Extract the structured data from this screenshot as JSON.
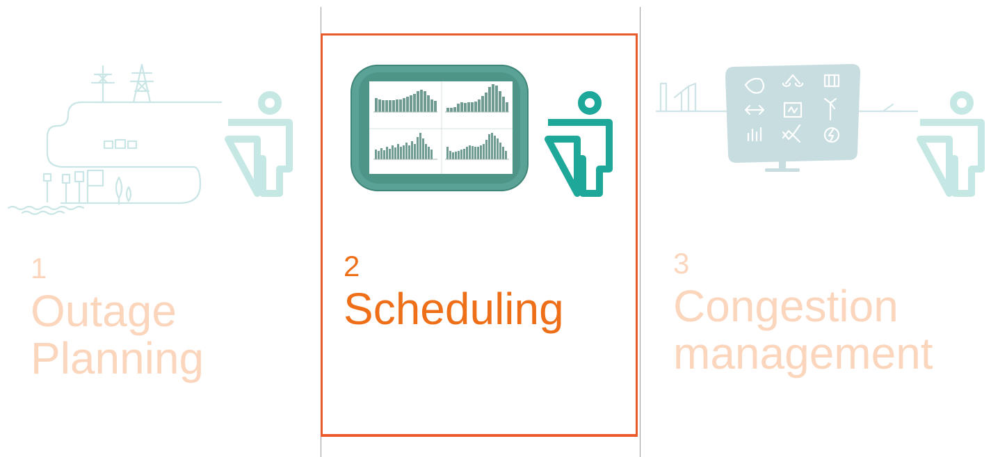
{
  "stages": [
    {
      "number": "1",
      "name_line1": "Outage",
      "name_line2": "Planning",
      "state": "inactive"
    },
    {
      "number": "2",
      "name_line1": "Scheduling",
      "name_line2": "",
      "state": "active"
    },
    {
      "number": "3",
      "name_line1": "Congestion",
      "name_line2": "management",
      "state": "inactive"
    }
  ],
  "colors": {
    "active_text": "#ee6f17",
    "faded_text": "#fbd6bd",
    "frame": "#ea5a2a",
    "teal": "#1ea89a",
    "faded_teal": "#c6e8e4",
    "divider": "#9a9a9a"
  },
  "icons": {
    "stage1": "grid-landscape-icon",
    "stage2": "scheduling-monitor-icon",
    "stage3": "congestion-dashboard-icon",
    "operator": "pointing-person-icon"
  }
}
